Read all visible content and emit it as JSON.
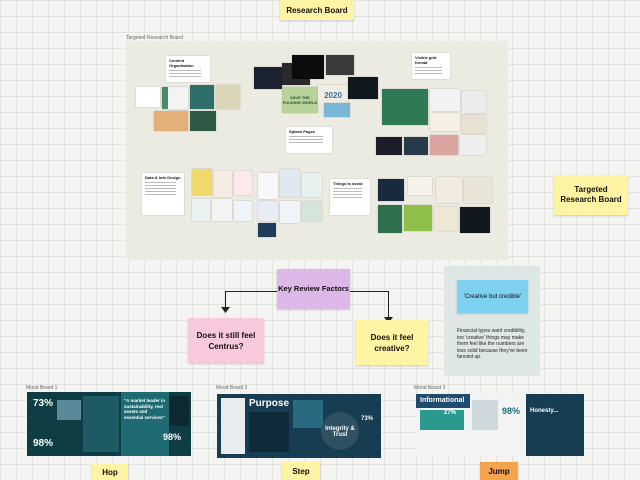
{
  "top_sticky": "Research Board",
  "board_frame_label": "Targeted Research Board",
  "side_sticky": "Targeted Research Board",
  "board_notes": {
    "content_org": "Content Organisation",
    "visible_grid": "Visible grid format",
    "splash": "Splash Pages",
    "data_info": "Data & Info Design",
    "avoid": "Things to avoid"
  },
  "board_texts": {
    "save_world": "SAVE THE FUCKING WORLD",
    "year": "2020"
  },
  "key_review": "Key Review Factors",
  "q_centrus": "Does it still feel Centrus?",
  "q_creative": "Does it feel creative?",
  "credible_quote": "'Creative but credible'",
  "credible_body": "Financial types want credibility, too 'creative' things may make them feel like the numbers are less solid because they've been fancied up.",
  "mood_boards": [
    {
      "label": "Mood Board 1",
      "sticky": "Hop",
      "stats": [
        "73%",
        "98%",
        "98%"
      ],
      "quote": "\"A market leader in sustainability, real assets and essential services\""
    },
    {
      "label": "Mood Board 2",
      "sticky": "Step",
      "stats": [
        "Purpose",
        "Integrity & Trust",
        "73%"
      ]
    },
    {
      "label": "Mood Board 3",
      "sticky": "Jump",
      "stats": [
        "Informational",
        "27%",
        "98%",
        "Honesty..."
      ]
    }
  ],
  "colors": {
    "yellow": "#fff4a3",
    "purple": "#dcb8e8",
    "pink": "#f8c9dc",
    "blue": "#7dd0ef",
    "orange": "#f5a34d",
    "teal": "#0f3d44"
  }
}
